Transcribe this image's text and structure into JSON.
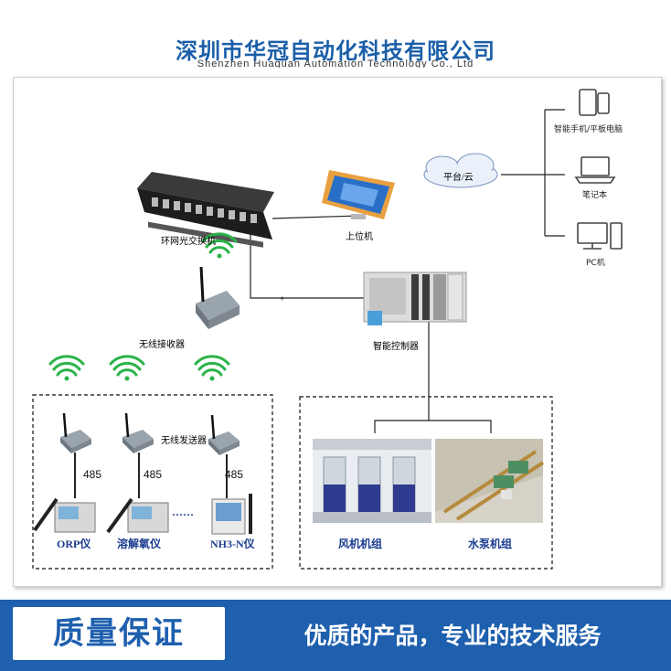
{
  "header": {
    "company_name": "深圳市华冠自动化科技有限公司",
    "company_name_en": "Shenzhen Huaguan Automation Technology Co., Ltd"
  },
  "diagram": {
    "labels": {
      "ring_switch": "环网光交换机",
      "host_pc": "上位机",
      "cloud": "平台/云",
      "phone_tablet": "智能手机/平板电脑",
      "laptop": "笔记本",
      "pc": "PC机",
      "wireless_receiver": "无线接收器",
      "smart_controller": "智能控制器",
      "wireless_transmitter": "无线发送器",
      "orp": "ORP仪",
      "do_meter": "溶解氧仪",
      "nh3n": "NH3-N仪",
      "dots": "······",
      "fan_group": "风机机组",
      "pump_group": "水泵机组",
      "link_485_a": "485",
      "link_485_b": "485",
      "link_485_c": "485",
      "plus": "+"
    },
    "colors": {
      "accent": "#1e5fae",
      "wifi": "#2bb34a",
      "label_blue": "#1a3b8f"
    }
  },
  "footer": {
    "badge": "质量保证",
    "slogan": "优质的产品，专业的技术服务"
  }
}
